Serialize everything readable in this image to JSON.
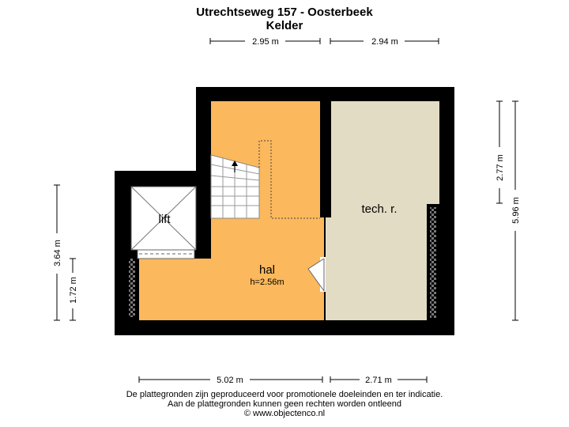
{
  "header": {
    "address": "Utrechtseweg 157 - Oosterbeek",
    "floor": "Kelder"
  },
  "dimensions": {
    "top_left": "2.95 m",
    "top_right": "2.94 m",
    "bottom_left": "5.02 m",
    "bottom_right": "2.71 m",
    "left_outer": "3.64 m",
    "left_inner": "1.72 m",
    "right_upper": "2.77 m",
    "right_outer": "5.96 m"
  },
  "rooms": {
    "lift": "lift",
    "hal": "hal",
    "hal_height": "h=2.56m",
    "tech": "tech. r."
  },
  "footer": {
    "line1": "De plattegronden zijn geproduceerd voor promotionele doeleinden en ter indicatie.",
    "line2": "Aan de plattegronden kunnen geen rechten worden ontleend",
    "line3": "© www.objectenco.nl"
  },
  "colors": {
    "hall_fill": "#fbb85c",
    "tech_fill": "#e3dcc4",
    "lift_fill": "#ffffff",
    "wall": "#000000",
    "stair_fill": "#ffffff"
  }
}
